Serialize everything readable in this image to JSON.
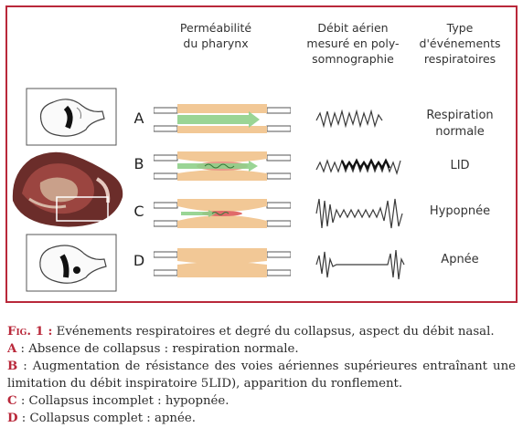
{
  "figure": {
    "headers": {
      "pharynx": "Perméabilité\ndu pharynx",
      "airflow": "Débit aérien\nmesuré en poly-\nsomnographie",
      "events": "Type\nd'événements\nrespiratoires"
    },
    "rows": [
      {
        "letter": "A",
        "event": "Respiration\nnormale"
      },
      {
        "letter": "B",
        "event": "LID"
      },
      {
        "letter": "C",
        "event": "Hypopnée"
      },
      {
        "letter": "D",
        "event": "Apnée"
      }
    ],
    "colors": {
      "border": "#b9283a",
      "tube": "#f2c896",
      "flow_arrow": "#8fd08a",
      "trace": "#3a3a3a"
    }
  },
  "caption": {
    "fig_label": "Fig. 1 :",
    "fig_text": " Evénements respiratoires et degré du collapsus, aspect du débit nasal.",
    "items": [
      {
        "letter": "A",
        "text": " : Absence de collapsus : respiration normale."
      },
      {
        "letter": "B",
        "text": " : Augmentation de résistance des voies aériennes supérieures entraînant une limitation du débit inspiratoire 5LID), apparition du ronflement."
      },
      {
        "letter": "C",
        "text": " : Collapsus incomplet : hypopnée."
      },
      {
        "letter": "D",
        "text": " : Collapsus complet : apnée."
      }
    ]
  }
}
